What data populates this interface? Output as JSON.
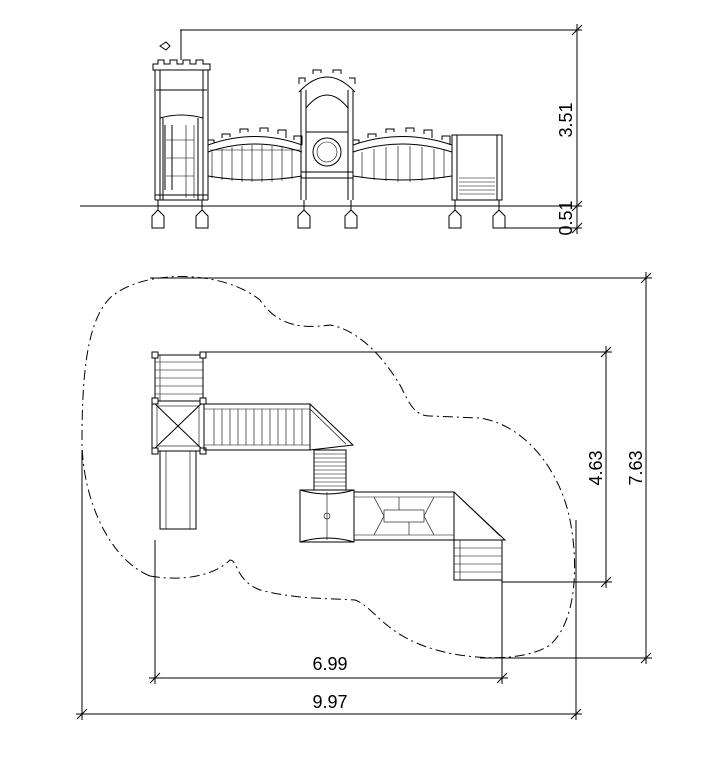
{
  "dimensions": {
    "elevation_height": "3.51",
    "foundation_depth": "0.51",
    "plan_depth": "4.63",
    "area_depth": "7.63",
    "plan_width": "6.99",
    "area_width": "9.97"
  }
}
